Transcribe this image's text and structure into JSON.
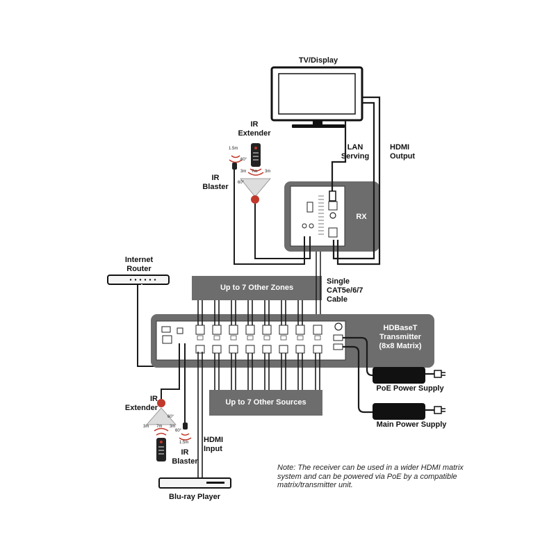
{
  "labels": {
    "tv_display": "TV/Display",
    "ir_extender_top": "IR\nExtender",
    "ir_blaster_top": "IR\nBlaster",
    "lan_serving": "LAN\nServing",
    "hdmi_output": "HDMI\nOutput",
    "rx": "RX",
    "internet_router": "Internet\nRouter",
    "other_zones": "Up to 7 Other Zones",
    "single_cable": "Single\nCAT5e/6/7\nCable",
    "transmitter": "HDBaseT\nTransmitter\n(8x8 Matrix)",
    "poe_power": "PoE Power Supply",
    "main_power": "Main Power Supply",
    "other_sources": "Up to 7 Other Sources",
    "ir_extender_bottom": "IR\nExtender",
    "ir_blaster_bottom": "IR\nBlaster",
    "hdmi_input": "HDMI\nInput",
    "bluray": "Blu-ray Player"
  },
  "ir_specs": {
    "blaster_distance": "1.5m",
    "blaster_angle": "60°",
    "extender_distances": [
      "3m",
      "7m",
      "3m"
    ],
    "extender_angle": "60°"
  },
  "note": "Note: The receiver can be used in a wider HDMI matrix system and can be powered via PoE by a compatible matrix/transmitter unit.",
  "colors": {
    "panel_gray": "#6d6d6d",
    "cable": "#1a1a1a",
    "ir_red": "#c0392b",
    "device_fill": "#f4f4f4"
  }
}
